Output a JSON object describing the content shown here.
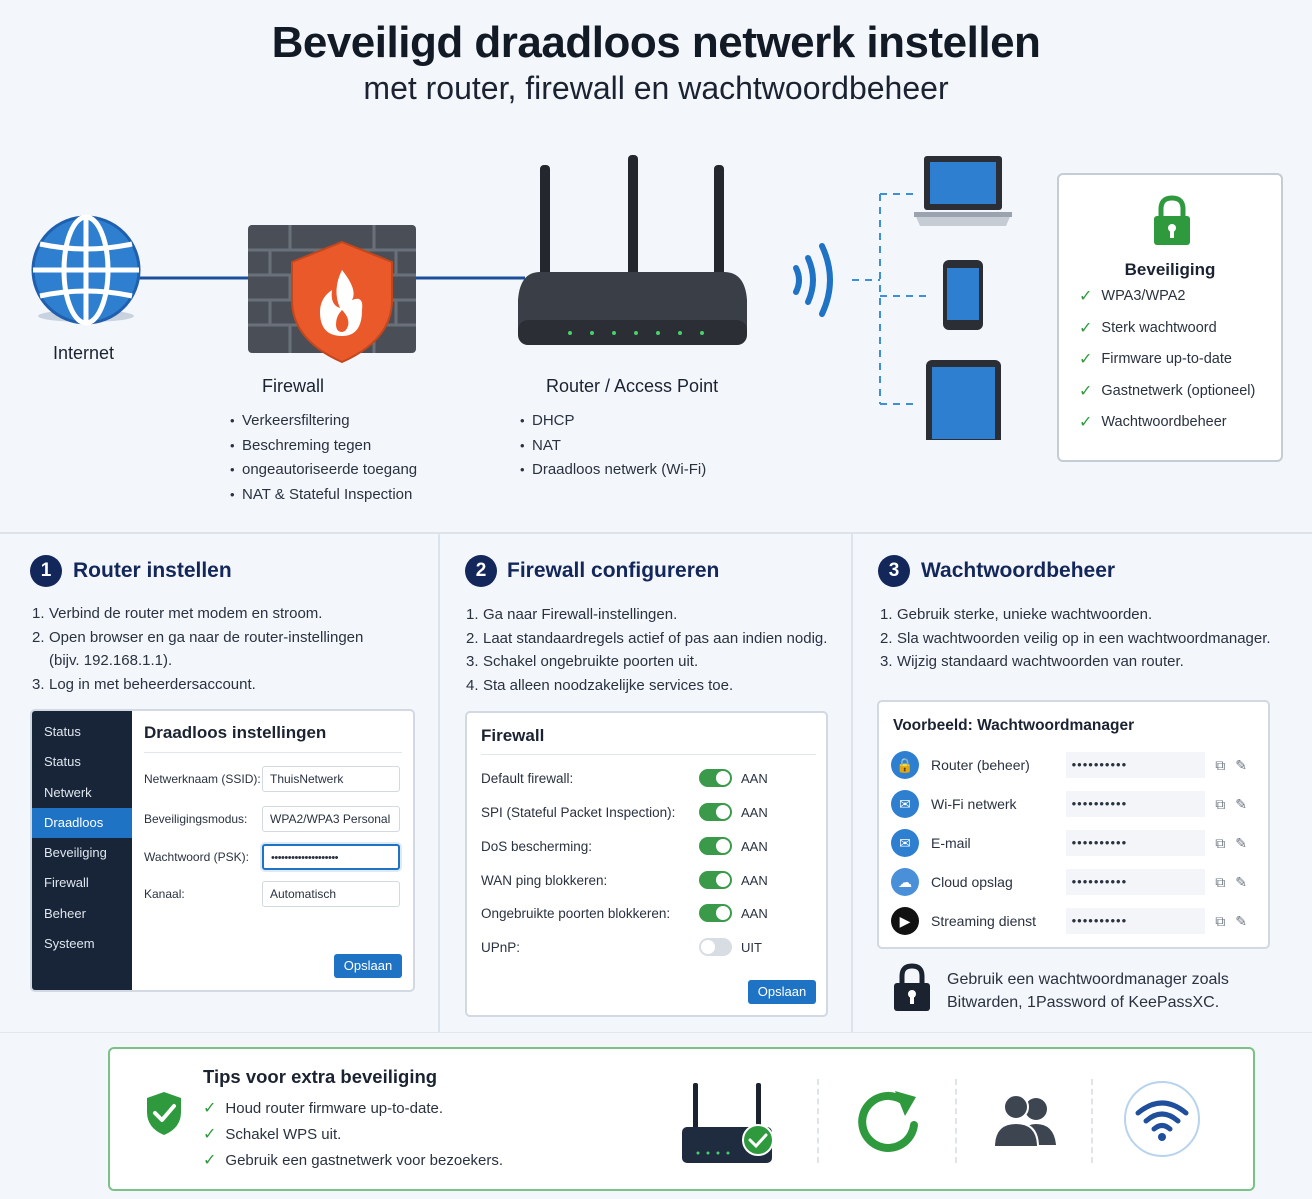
{
  "header": {
    "title": "Beveiligd draadloos netwerk instellen",
    "subtitle": "met router, firewall en wachtwoordbeheer"
  },
  "diagram": {
    "internet_label": "Internet",
    "firewall": {
      "label": "Firewall",
      "bullets": [
        "Verkeersfiltering",
        "Beschreming tegen",
        "ongeautoriseerde toegang",
        "NAT & Stateful Inspection"
      ]
    },
    "router": {
      "label": "Router / Access Point",
      "bullets": [
        "DHCP",
        "NAT",
        "Draadloos netwerk (Wi-Fi)"
      ]
    },
    "security": {
      "title": "Beveiliging",
      "items": [
        "WPA3/WPA2",
        "Sterk wachtwoord",
        "Firmware up-to-date",
        "Gastnetwerk (optioneel)",
        "Wachtwoordbeheer"
      ]
    }
  },
  "step1": {
    "number": "1",
    "title": "Router instellen",
    "steps": [
      {
        "n": "1.",
        "text": "Verbind de router met modem en stroom."
      },
      {
        "n": "2.",
        "text": "Open browser en ga naar de router-instellingen (bijv. 192.168.1.1)."
      },
      {
        "n": "3.",
        "text": "Log in met beheerdersaccount."
      }
    ],
    "nav": [
      "Status",
      "Status",
      "Netwerk",
      "Draadloos",
      "Beveiliging",
      "Firewall",
      "Beheer",
      "Systeem"
    ],
    "nav_active": "Draadloos",
    "panel_title": "Draadloos instellingen",
    "fields": [
      {
        "label": "Netwerknaam (SSID):",
        "value": "ThuisNetwerk"
      },
      {
        "label": "Beveiligingsmodus:",
        "value": "WPA2/WPA3 Personal"
      },
      {
        "label": "Wachtwoord (PSK):",
        "value": "••••••••••••••••••••"
      },
      {
        "label": "Kanaal:",
        "value": "Automatisch"
      }
    ],
    "save_label": "Opslaan"
  },
  "step2": {
    "number": "2",
    "title": "Firewall configureren",
    "steps": [
      {
        "n": "1.",
        "text": "Ga naar Firewall-instellingen."
      },
      {
        "n": "2.",
        "text": "Laat standaardregels actief of pas aan indien nodig."
      },
      {
        "n": "3.",
        "text": "Schakel ongebruikte poorten uit."
      },
      {
        "n": "4.",
        "text": "Sta alleen noodzakelijke services toe."
      }
    ],
    "panel_title": "Firewall",
    "settings": [
      {
        "label": "Default firewall:",
        "state": "AAN",
        "on": true
      },
      {
        "label": "SPI (Stateful Packet Inspection):",
        "state": "AAN",
        "on": true
      },
      {
        "label": "DoS bescherming:",
        "state": "AAN",
        "on": true
      },
      {
        "label": "WAN ping blokkeren:",
        "state": "AAN",
        "on": true
      },
      {
        "label": "Ongebruikte poorten blokkeren:",
        "state": "AAN",
        "on": true
      },
      {
        "label": "UPnP:",
        "state": "UIT",
        "on": false
      }
    ],
    "save_label": "Opslaan"
  },
  "step3": {
    "number": "3",
    "title": "Wachtwoordbeheer",
    "steps": [
      {
        "n": "1.",
        "text": "Gebruik sterke, unieke wachtwoorden."
      },
      {
        "n": "2.",
        "text": "Sla wachtwoorden veilig op in een wachtwoordmanager."
      },
      {
        "n": "3.",
        "text": "Wijzig standaard wachtwoorden van router."
      }
    ],
    "panel_title": "Voorbeeld: Wachtwoordmanager",
    "entries": [
      {
        "name": "Router (beheer)",
        "icon": "lock-icon",
        "color": "#2f7fd1",
        "masked": "••••••••••"
      },
      {
        "name": "Wi-Fi netwerk",
        "icon": "wifi-icon",
        "color": "#2f7fd1",
        "masked": "••••••••••"
      },
      {
        "name": "E-mail",
        "icon": "mail-icon",
        "color": "#2f7fd1",
        "masked": "••••••••••"
      },
      {
        "name": "Cloud opslag",
        "icon": "cloud-icon",
        "color": "#4a90d9",
        "masked": "••••••••••"
      },
      {
        "name": "Streaming dienst",
        "icon": "play-icon",
        "color": "#111111",
        "masked": "••••••••••"
      }
    ],
    "note": "Gebruik een wachtwoordmanager zoals Bitwarden, 1Password of KeePassXC."
  },
  "tips": {
    "title": "Tips voor extra beveiliging",
    "items": [
      "Houd router firmware up-to-date.",
      "Schakel WPS uit.",
      "Gebruik een gastnetwerk voor bezoekers."
    ],
    "icons": [
      "router-check-icon",
      "refresh-icon",
      "users-icon",
      "wifi-icon"
    ]
  },
  "colors": {
    "navy": "#13275a",
    "accent_blue": "#1f73c4",
    "success_green": "#2e9a3d",
    "firewall_orange": "#e9592a"
  }
}
